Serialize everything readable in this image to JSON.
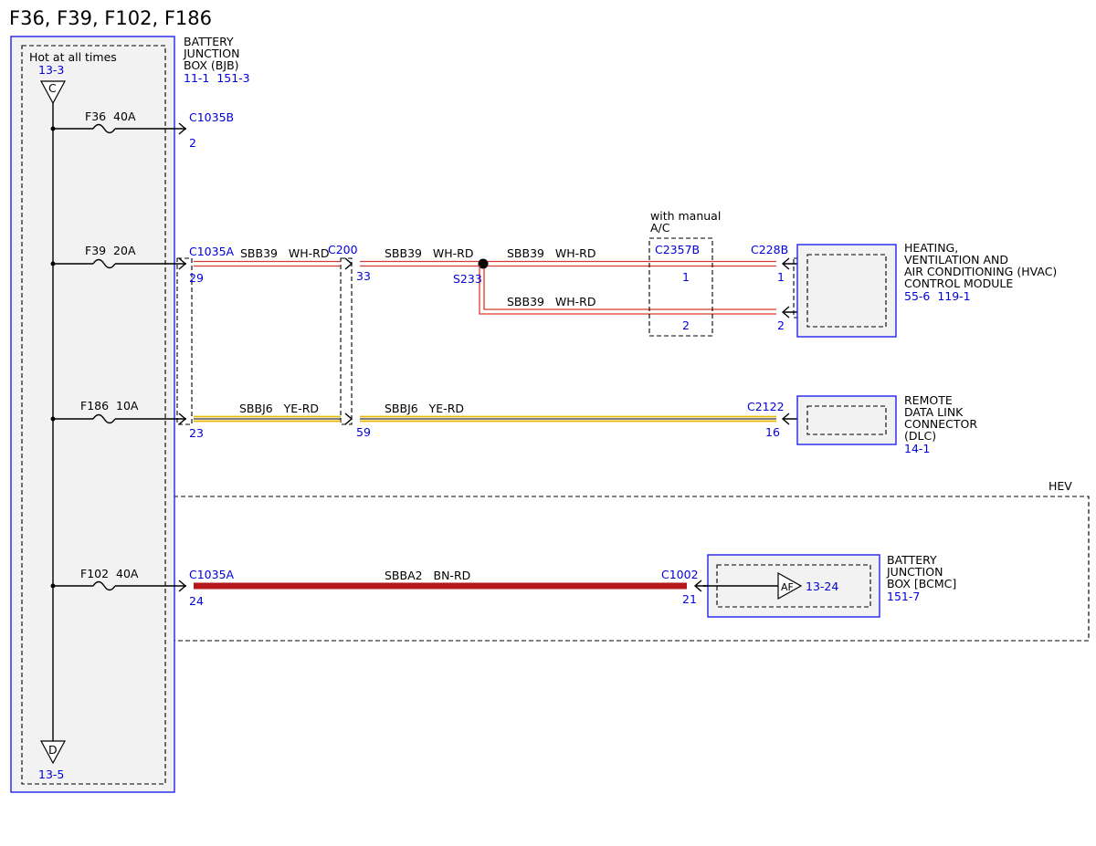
{
  "title": "F36, F39, F102, F186",
  "bjb": {
    "name_lines": [
      "BATTERY",
      "JUNCTION",
      "BOX (BJB)"
    ],
    "refs": "11-1  151-3",
    "hot_label": "Hot at all times",
    "top_ref": "13-3",
    "top_symbol": "C",
    "bottom_symbol": "D",
    "bottom_ref": "13-5"
  },
  "fuses": [
    {
      "label": "F36  40A"
    },
    {
      "label": "F39  20A"
    },
    {
      "label": "F186  10A"
    },
    {
      "label": "F102  40A"
    }
  ],
  "connectors": {
    "c1035b": "C1035B",
    "c1035b_pin": "2",
    "c1035a_f39": "C1035A",
    "c1035a_f39_pin": "29",
    "c200": "C200",
    "c200_pin": "33",
    "s233": "S233",
    "c1035a_f186_pin": "23",
    "c200_f186_pin": "59",
    "c2357b": "C2357B",
    "c2357b_pin1": "1",
    "c2357b_pin2": "2",
    "c228b": "C228B",
    "c228b_pin1": "1",
    "c228b_pin2": "2",
    "c2122": "C2122",
    "c2122_pin": "16",
    "c1035a_f102": "C1035A",
    "c1035a_f102_pin": "24",
    "c1002": "C1002",
    "c1002_pin": "21"
  },
  "wires": {
    "sbb39_a": "SBB39   WH-RD",
    "sbb39_b": "SBB39   WH-RD",
    "sbb39_c": "SBB39   WH-RD",
    "sbb39_d": "SBB39   WH-RD",
    "sbbj6_a": "SBBJ6   YE-RD",
    "sbbj6_b": "SBBJ6   YE-RD",
    "sbba2": "SBBA2   BN-RD"
  },
  "option_label_lines": [
    "with manual",
    "A/C"
  ],
  "hev_label": "HEV",
  "hvac": {
    "name_lines": [
      "HEATING,",
      "VENTILATION AND",
      "AIR CONDITIONING (HVAC)",
      "CONTROL MODULE"
    ],
    "refs": "55-6  119-1"
  },
  "dlc": {
    "name_lines": [
      "REMOTE",
      "DATA LINK",
      "CONNECTOR",
      "(DLC)"
    ],
    "refs": "14-1"
  },
  "bcmc": {
    "name_lines": [
      "BATTERY",
      "JUNCTION",
      "BOX [BCMC]"
    ],
    "refs": "151-7",
    "af_symbol": "AF",
    "af_ref": "13-24"
  },
  "colors": {
    "connector_text": "#0000dd",
    "box_border": "#2222ee",
    "box_fill": "#f2f2f2",
    "wire_wh_rd": "#d93a2b",
    "wire_ye_rd": "#e8b800",
    "wire_bn_rd": "#b5191c"
  }
}
